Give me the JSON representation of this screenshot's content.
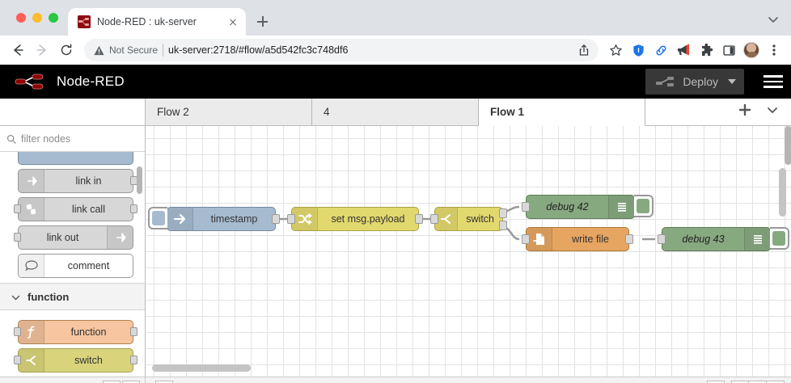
{
  "browser": {
    "tab": {
      "title": "Node-RED : uk-server",
      "favicon": "nodered-favicon",
      "close": "×"
    },
    "new_tab_label": "+",
    "omnibox": {
      "security_label": "Not Secure",
      "url": "uk-server:2718/#flow/a5d542fc3c748df6"
    },
    "toolbar_icons": [
      "back-icon",
      "forward-icon",
      "reload-icon",
      "share-icon",
      "bookmark-star-icon",
      "shield-icon",
      "link-icon",
      "megaphone-icon",
      "extensions-puzzle-icon",
      "side-panel-icon",
      "profile-avatar",
      "browser-menu-icon"
    ]
  },
  "app": {
    "title": "Node-RED",
    "deploy": {
      "label": "Deploy",
      "icon": "deploy-icon",
      "caret": "dropdown-caret"
    },
    "menu_label": "main-menu"
  },
  "palette": {
    "filter_placeholder": "filter nodes",
    "nodes": [
      {
        "label": "link in",
        "icon": "link-in-icon",
        "type": "link"
      },
      {
        "label": "link call",
        "icon": "link-call-icon",
        "type": "link"
      },
      {
        "label": "link out",
        "icon": "link-out-icon",
        "type": "link"
      },
      {
        "label": "comment",
        "icon": "comment-icon",
        "type": "comment"
      }
    ],
    "category": {
      "label": "function",
      "expanded": true
    },
    "function_nodes": [
      {
        "label": "function",
        "icon": "function-f-icon",
        "type": "function"
      },
      {
        "label": "switch",
        "icon": "switch-icon",
        "type": "switch"
      }
    ],
    "footer_buttons": [
      "collapse-all-icon",
      "expand-all-icon"
    ]
  },
  "flow_tabs": {
    "tabs": [
      {
        "label": "Flow 2",
        "active": false
      },
      {
        "label": "4",
        "active": false
      },
      {
        "label": "Flow 1",
        "active": true
      }
    ],
    "add_label": "+",
    "list_label": "tab-list-caret"
  },
  "canvas": {
    "nodes": [
      {
        "id": "timestamp",
        "label": "timestamp",
        "type": "inject",
        "icon": "inject-arrow-icon"
      },
      {
        "id": "set-msg-payload",
        "label": "set msg.payload",
        "type": "change",
        "icon": "change-shuffle-icon"
      },
      {
        "id": "switch",
        "label": "switch",
        "type": "switch",
        "icon": "switch-branch-icon"
      },
      {
        "id": "debug-42",
        "label": "debug 42",
        "type": "debug",
        "icon": "debug-lines-icon"
      },
      {
        "id": "write-file",
        "label": "write file",
        "type": "file",
        "icon": "file-write-icon"
      },
      {
        "id": "debug-43",
        "label": "debug 43",
        "type": "debug",
        "icon": "debug-lines-icon"
      }
    ]
  },
  "statusbar": {
    "search_icon": "search-icon",
    "buttons": [
      "navigator-map-icon",
      "zoom-out",
      "zoom-reset",
      "zoom-in"
    ],
    "zoom_out_label": "−",
    "zoom_reset_label": "○",
    "zoom_in_label": "+"
  },
  "colors": {
    "inject": "#a6bbcf",
    "change": "#e2d96e",
    "switch": "#e2d96e",
    "debug": "#87a980",
    "file": "#e6a561",
    "function": "#f7c59f",
    "nodered_red": "#8f0000",
    "header_black": "#000000"
  }
}
